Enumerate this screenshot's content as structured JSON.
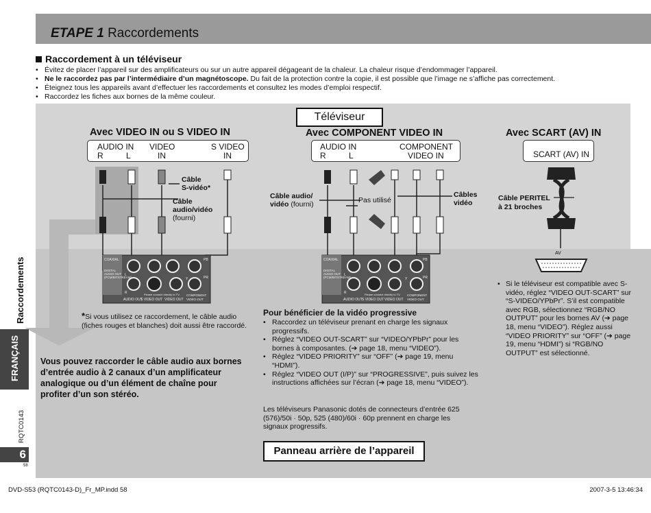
{
  "header": {
    "title_step": "ETAPE 1",
    "title_rest": "Raccordements"
  },
  "section": {
    "title": "Raccordement à un téléviseur",
    "bullets": [
      {
        "bold": "",
        "text": "Évitez de placer l’appareil sur des amplificateurs ou sur un autre appareil dégageant de la chaleur. La chaleur risque d’endommager l’appareil."
      },
      {
        "bold": "Ne le raccordez pas par l’intermédiaire d’un magnétoscope.",
        "text": " Du fait de la protection contre la copie, il est possible que l’image ne s’affiche pas correctement."
      },
      {
        "bold": "",
        "text": "Éteignez tous les appareils avant d’effectuer les raccordements et consultez les modes d’emploi respectif."
      },
      {
        "bold": "",
        "text": "Raccordez les fiches aux bornes de la même couleur."
      }
    ]
  },
  "diagram": {
    "tv_label": "Téléviseur",
    "rear_panel_label": "Panneau arrière de l’appareil",
    "col1": {
      "title": "Avec VIDEO IN ou S VIDEO IN",
      "panel": {
        "audio_in": "AUDIO IN",
        "r": "R",
        "l": "L",
        "video": "VIDEO",
        "video_in": "IN",
        "svideo": "S VIDEO",
        "svideo_in": "IN"
      },
      "cable_svideo_1": "Câble",
      "cable_svideo_2": "S-vidéo",
      "cable_svideo_star": "*",
      "cable_av_1": "Câble",
      "cable_av_2": "audio/vidéo",
      "cable_av_3": "(fourni)",
      "note_star": "*",
      "note": "Si vous utilisez ce raccordement, le câble audio (fiches rouges et blanches) doit aussi être raccordé.",
      "stereo_tip": "Vous pouvez raccorder le câble audio aux bornes d’entrée audio à 2 canaux d’un amplificateur analogique ou d’un élément de chaîne pour profiter d’un son stéréo."
    },
    "col2": {
      "title": "Avec COMPONENT VIDEO IN",
      "panel": {
        "audio_in": "AUDIO IN",
        "r": "R",
        "l": "L",
        "component": "COMPONENT",
        "video_in": "VIDEO IN"
      },
      "cable_av_1": "Câble audio/",
      "cable_av_2": "vidéo",
      "cable_av_3": " (fourni)",
      "not_used": "Pas utilisé",
      "cables_video_1": "Câbles",
      "cables_video_2": "vidéo",
      "prog_title": "Pour bénéficier de la vidéo progressive",
      "prog_bullets": [
        "Raccordez un téléviseur prenant en charge les signaux progressifs.",
        "Réglez “VIDEO OUT-SCART” sur “VIDEO/YPbPr” pour les bornes à composantes. (➔ page 18, menu “VIDEO”).",
        "Réglez “VIDEO PRIORITY” sur “OFF” (➔ page 19, menu “HDMI”).",
        "Réglez “VIDEO OUT (I/P)” sur “PROGRESSIVE”, puis suivez les instructions affichées sur l’écran (➔ page 18, menu “VIDEO”)."
      ],
      "panasonic_note": "Les téléviseurs Panasonic dotés de connecteurs d’entrée 625 (576)/50i · 50p, 525 (480)/60i · 60p prennent en charge les signaux progressifs."
    },
    "col3": {
      "title": "Avec SCART (AV) IN",
      "panel": {
        "scart": "SCART (AV) IN"
      },
      "cable_1": "Câble PERITEL",
      "cable_2": "à 21 broches",
      "av_label": "AV",
      "note": "Si le téléviseur est compatible avec S-vidéo, réglez “VIDEO OUT-SCART” sur “S-VIDEO/YPbPr”. S’il est compatible avec RGB, sélectionnez “RGB/NO OUTPUT” pour les bornes AV (➔ page 18, menu “VIDEO”). Réglez aussi “VIDEO PRIORITY” sur “OFF” (➔ page 19, menu “HDMI”) si “RGB/NO OUTPUT” est sélectionné."
    },
    "rear": {
      "coaxial": "COAXIAL",
      "digital": "DIGITAL AUDIO OUT",
      "pcm": "(PCM/BITSTREAM)",
      "audio_out": "AUDIO OUT",
      "svideo_out": "S VIDEO OUT",
      "video_out": "VIDEO OUT",
      "please": "Please connect directly to TV.",
      "component": "COMPONENT",
      "component_video_out": "VIDEO OUT",
      "pb": "PB",
      "pr": "PR",
      "y": "Y",
      "l": "L",
      "r": "R"
    }
  },
  "sidebar": {
    "section": "Raccordements",
    "language": "FRANÇAIS",
    "code": "RQTC0143",
    "page": "6",
    "small_page": "58"
  },
  "footer": {
    "left": "DVD-S53 (RQTC0143-D)_Fr_MP.indd   58",
    "right": "2007-3-5   13:46:34"
  }
}
